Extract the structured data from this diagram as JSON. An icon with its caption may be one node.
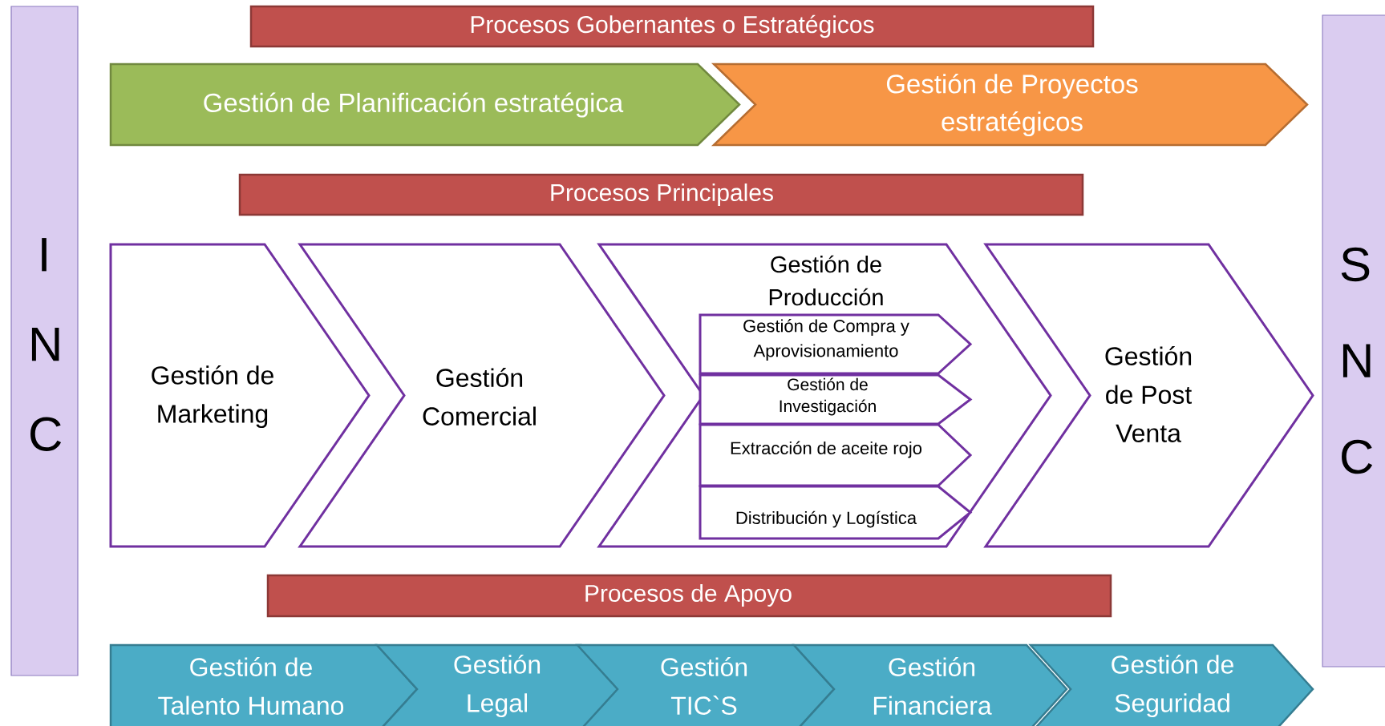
{
  "diagram": {
    "nodes": [
      {
        "text": [
          "I N C"
        ]
      },
      {
        "text": [
          "S N C"
        ]
      },
      {
        "text": [
          "Procesos Gobernantes o Estratégicos"
        ]
      },
      {
        "text": [
          "Gestión de Planificación estratégica"
        ]
      },
      {
        "text": [
          "Gestión de Proyectos estratégicos"
        ]
      },
      {
        "text": [
          "Procesos Principales"
        ]
      },
      {
        "text": [
          "Gestión de Marketing"
        ]
      },
      {
        "text": [
          "Gestión Comercial"
        ]
      },
      {
        "text": [
          "Gestión de Producción"
        ]
      },
      {
        "text": [
          "Gestión de Compra y Aprovisionamiento"
        ],
        "in": 8
      },
      {
        "text": [
          "Gestión de Investigación"
        ],
        "in": 8
      },
      {
        "text": [
          "Extracción de aceite rojo"
        ],
        "in": 8
      },
      {
        "text": [
          "Distribución y Logística"
        ],
        "in": 8
      },
      {
        "text": [
          "Gestión de Post Venta"
        ]
      },
      {
        "text": [
          "Procesos de Apoyo"
        ]
      },
      {
        "text": [
          "Gestión de Talento Humano"
        ]
      },
      {
        "text": [
          "Gestión Legal"
        ]
      },
      {
        "text": [
          "Gestión TIC`S"
        ]
      },
      {
        "text": [
          "Gestión Financiera"
        ]
      },
      {
        "text": [
          "Gestión de Seguridad"
        ]
      }
    ]
  }
}
